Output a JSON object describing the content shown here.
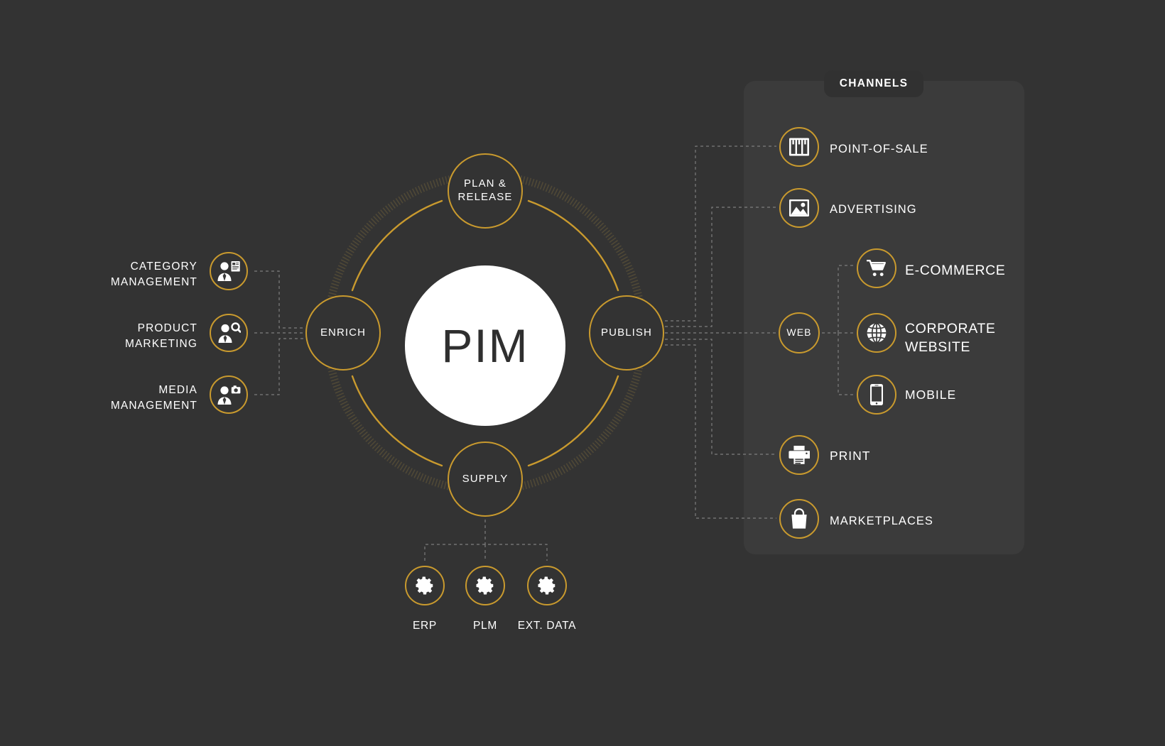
{
  "theme": {
    "background": "#333333",
    "panel": "#3b3b3b",
    "badge": "#313131",
    "accent_gold": "#c99a2e",
    "text": "#ffffff",
    "core_fill": "#ffffff",
    "core_text": "#2f2f2f",
    "connector": "#8a8a8a"
  },
  "core": {
    "label": "PIM"
  },
  "cycle_nodes": [
    {
      "id": "plan-release",
      "label": "PLAN  &\nRELEASE"
    },
    {
      "id": "publish",
      "label": "PUBLISH"
    },
    {
      "id": "supply",
      "label": "SUPPLY"
    },
    {
      "id": "enrich",
      "label": "ENRICH"
    }
  ],
  "inputs": {
    "items": [
      {
        "id": "category-management",
        "label": "CATEGORY\nMANAGEMENT",
        "icon": "person-document-icon"
      },
      {
        "id": "product-marketing",
        "label": "PRODUCT\nMARKETING",
        "icon": "person-search-icon"
      },
      {
        "id": "media-management",
        "label": "MEDIA\nMANAGEMENT",
        "icon": "person-camera-icon"
      }
    ]
  },
  "supply_sources": {
    "items": [
      {
        "id": "erp",
        "label": "ERP",
        "icon": "gear-icon"
      },
      {
        "id": "plm",
        "label": "PLM",
        "icon": "gear-icon"
      },
      {
        "id": "ext-data",
        "label": "EXT. DATA",
        "icon": "gear-icon"
      }
    ]
  },
  "channels": {
    "title": "CHANNELS",
    "items": [
      {
        "id": "point-of-sale",
        "label": "POINT-OF-SALE",
        "icon": "pos-register-icon"
      },
      {
        "id": "advertising",
        "label": "ADVERTISING",
        "icon": "image-picture-icon"
      },
      {
        "id": "web",
        "label": "WEB",
        "icon": "text-only"
      },
      {
        "id": "print",
        "label": "PRINT",
        "icon": "printer-icon"
      },
      {
        "id": "marketplaces",
        "label": "MARKETPLACES",
        "icon": "shopping-bag-icon"
      }
    ],
    "web_children": [
      {
        "id": "e-commerce",
        "label": "E-COMMERCE",
        "icon": "shopping-cart-icon"
      },
      {
        "id": "corporate-website",
        "label": "CORPORATE\nWEBSITE",
        "icon": "globe-icon"
      },
      {
        "id": "mobile",
        "label": "MOBILE",
        "icon": "smartphone-icon"
      }
    ]
  }
}
